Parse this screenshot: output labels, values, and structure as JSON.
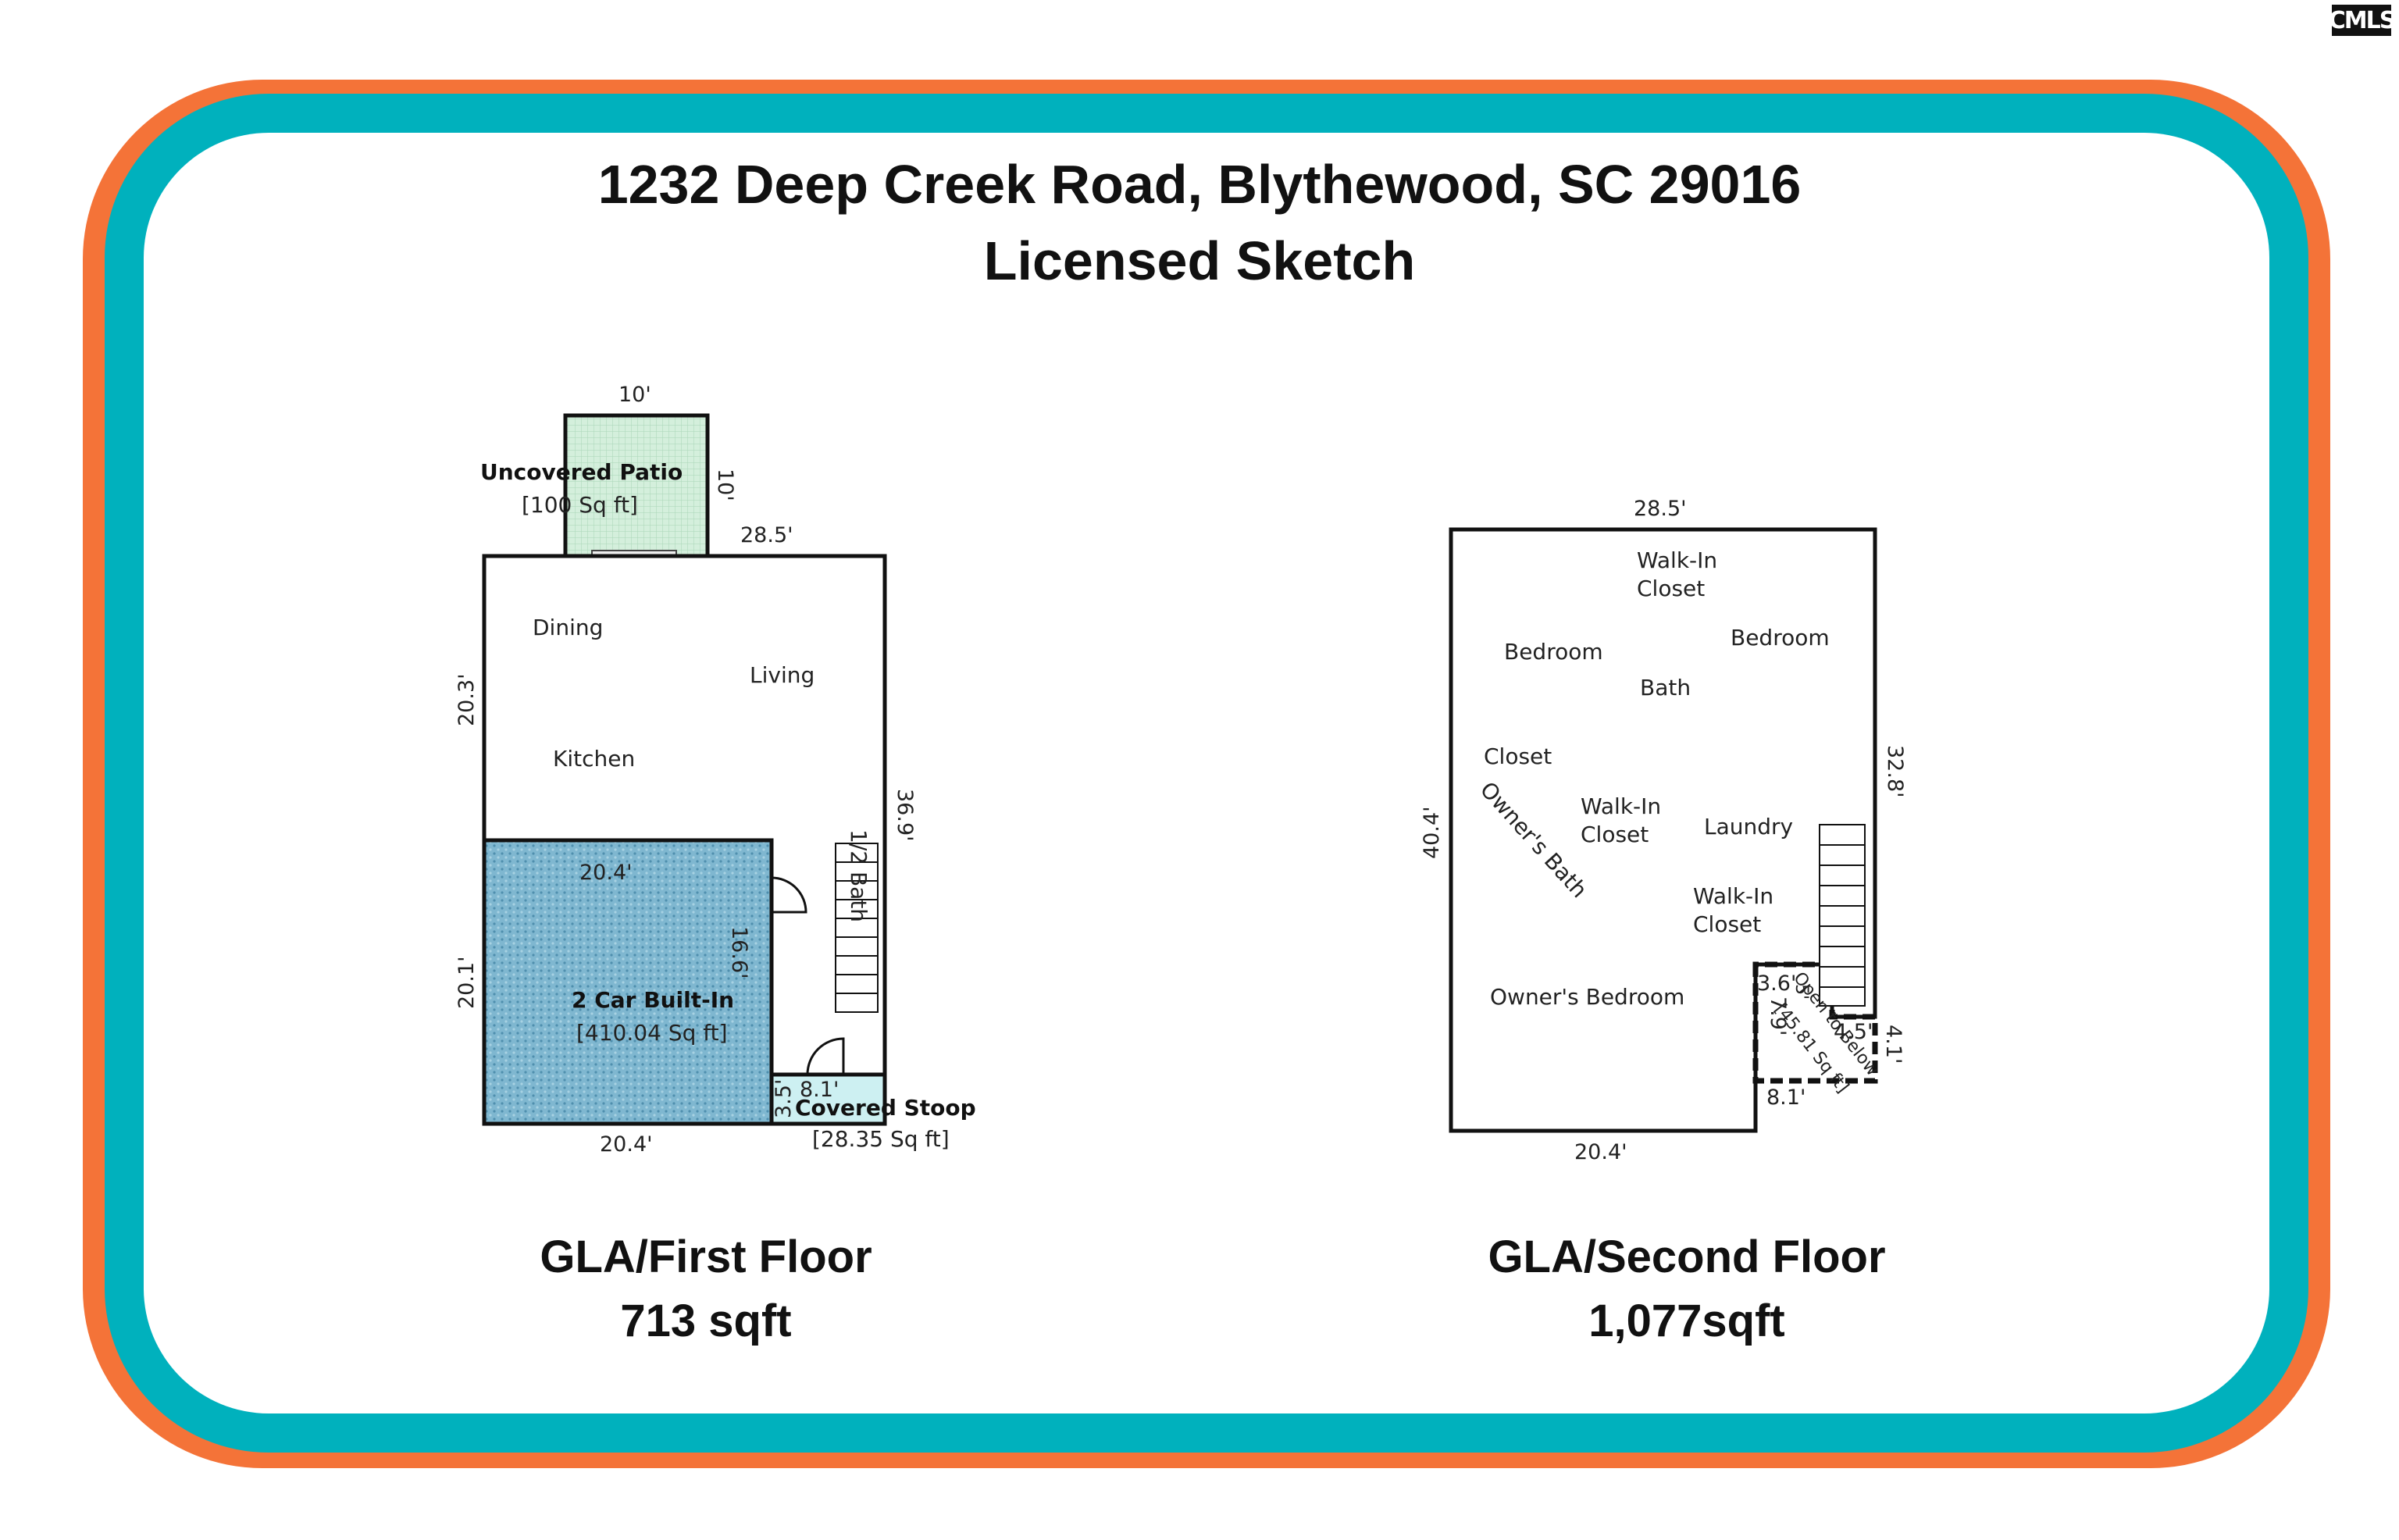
{
  "header": {
    "address": "1232 Deep Creek Road, Blythewood, SC 29016",
    "subtitle": "Licensed Sketch"
  },
  "badge": {
    "text": "CMLS"
  },
  "colors": {
    "outer_frame": "#f47338",
    "inner_frame": "#00b1bd",
    "patio_fill": "#d4efdc",
    "garage_fill": "#7fb7d0",
    "stoop_fill": "#cdf0f2"
  },
  "first_floor": {
    "caption": "GLA/First Floor",
    "sqft": "713 sqft",
    "rooms": {
      "dining": "Dining",
      "living": "Living",
      "kitchen": "Kitchen",
      "half_bath": "1/2 Bath"
    },
    "patio": {
      "name": "Uncovered Patio",
      "area": "[100 Sq ft]"
    },
    "garage": {
      "name": "2 Car Built-In",
      "area": "[410.04 Sq ft]"
    },
    "stoop": {
      "name": "Covered Stoop",
      "area": "[28.35 Sq ft]"
    },
    "dims": {
      "patio_top": "10'",
      "patio_side": "10'",
      "top": "28.5'",
      "left_upper": "20.3'",
      "right": "36.9'",
      "garage_top": "20.4'",
      "garage_right": "16.6'",
      "left_lower": "20.1'",
      "bottom": "20.4'",
      "stoop_height": "3.5'",
      "stoop_width": "8.1'"
    }
  },
  "second_floor": {
    "caption": "GLA/Second Floor",
    "sqft": "1,077sqft",
    "rooms": {
      "walk_in_closet_top": [
        "Walk-In",
        "Closet"
      ],
      "bedroom_left": "Bedroom",
      "bedroom_right": "Bedroom",
      "bath": "Bath",
      "closet": "Closet",
      "owners_bath": "Owner's Bath",
      "walk_in_closet_mid": [
        "Walk-In",
        "Closet"
      ],
      "laundry": "Laundry",
      "walk_in_closet_low": [
        "Walk-In",
        "Closet"
      ],
      "owners_bedroom": "Owner's Bedroom"
    },
    "open_to_below": {
      "name": "Open to Below",
      "area": "[45.81 Sq ft]"
    },
    "dims": {
      "top": "28.5'",
      "right": "32.8'",
      "left": "40.4'",
      "bottom": "20.4'",
      "notch_left": "3.6'",
      "notch_diag": "7.9'",
      "notch_diag2": "5'",
      "notch_top": "4.5'",
      "notch_right": "4.1'",
      "notch_bottom": "8.1'"
    }
  }
}
